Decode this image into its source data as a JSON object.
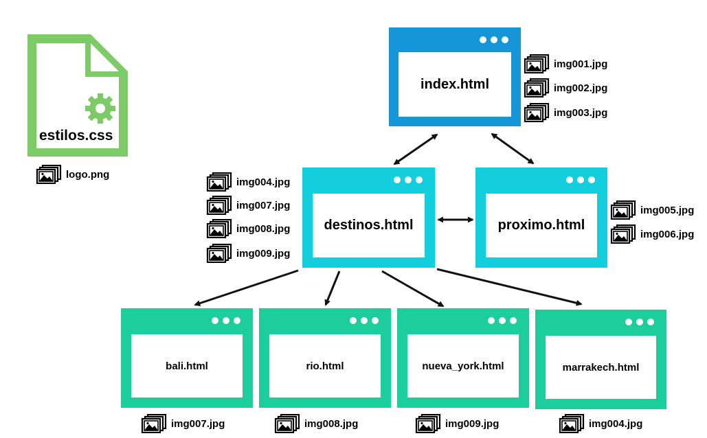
{
  "stylesheet": {
    "label": "estilos.css",
    "color": "#7CCB67",
    "asset": "logo.png"
  },
  "colors": {
    "index": "#1596D9",
    "secondary": "#13CEDC",
    "leaf": "#1BCE9C",
    "arrow": "#111111"
  },
  "icon": "image-stack-icon",
  "pages": {
    "index": {
      "label": "index.html",
      "images": [
        "img001.jpg",
        "img002.jpg",
        "img003.jpg"
      ]
    },
    "destinos": {
      "label": "destinos.html",
      "images": [
        "img004.jpg",
        "img007.jpg",
        "img008.jpg",
        "img009.jpg"
      ]
    },
    "proximo": {
      "label": "proximo.html",
      "images": [
        "img005.jpg",
        "img006.jpg"
      ]
    },
    "bali": {
      "label": "bali.html",
      "image": "img007.jpg"
    },
    "rio": {
      "label": "rio.html",
      "image": "img008.jpg"
    },
    "nueva_york": {
      "label": "nueva_york.html",
      "image": "img009.jpg"
    },
    "marrakech": {
      "label": "marrakech.html",
      "image": "img004.jpg"
    }
  },
  "links": [
    {
      "from": "index",
      "to": "destinos",
      "bidirectional": true
    },
    {
      "from": "index",
      "to": "proximo",
      "bidirectional": true
    },
    {
      "from": "destinos",
      "to": "proximo",
      "bidirectional": true
    },
    {
      "from": "destinos",
      "to": "bali",
      "bidirectional": false
    },
    {
      "from": "destinos",
      "to": "rio",
      "bidirectional": false
    },
    {
      "from": "destinos",
      "to": "nueva_york",
      "bidirectional": false
    },
    {
      "from": "destinos",
      "to": "marrakech",
      "bidirectional": false
    }
  ]
}
